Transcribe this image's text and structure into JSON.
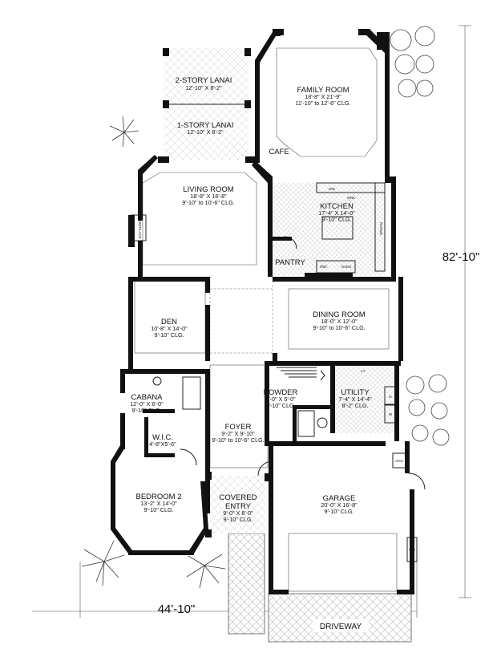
{
  "rooms": {
    "two_story_lanai": {
      "name": "2-STORY LANAI",
      "size": "12'-10\" X 8'-2\""
    },
    "one_story_lanai": {
      "name": "1-STORY LANAI",
      "size": "12'-10\" X 8'-2\""
    },
    "family_room": {
      "name": "FAMILY ROOM",
      "size": "18'-8\" X 21'-9\"",
      "ceiling": "11'-10\" to 12'-6\" CLG."
    },
    "cafe": {
      "name": "CAFE"
    },
    "living_room": {
      "name": "LIVING ROOM",
      "size": "18'-8\" X 16'-8\"",
      "ceiling": "9'-10\" to 10'-6\" CLG."
    },
    "kitchen": {
      "name": "KITCHEN",
      "size": "17'-4\" X 14'-0\"",
      "ceiling": "9'-10\" CLG."
    },
    "pantry": {
      "name": "PANTRY"
    },
    "den": {
      "name": "DEN",
      "size": "10'-8\" X 14'-0\"",
      "ceiling": "9'-10\" CLG."
    },
    "dining_room": {
      "name": "DINING ROOM",
      "size": "18'-0\" X 12'-0\"",
      "ceiling": "9'-10\" to 10'-6\" CLG."
    },
    "cabana": {
      "name": "CABANA",
      "size": "12'-0\" X 6'-0\"",
      "ceiling": "9'-10\" CLG."
    },
    "powder": {
      "name": "POWDER",
      "size": "5'-0\" X 5'-0\"",
      "ceiling": "9'-10\" CLG."
    },
    "utility": {
      "name": "UTILITY",
      "size": "7'-4\" X 14'-4\"",
      "ceiling": "8'-2\" CLG."
    },
    "foyer": {
      "name": "FOYER",
      "size": "9'-2\" X 9'-10\"",
      "ceiling": "9'-10\" to 10'-6\" CLG."
    },
    "wic": {
      "name": "W.I.C.",
      "size": "4'-8\"X5'-6\""
    },
    "bedroom_2": {
      "name": "BEDROOM 2",
      "size": "13'-2\" X 14'-0\"",
      "ceiling": "9'-10\" CLG."
    },
    "covered_entry": {
      "name": "COVERED",
      "name2": "ENTRY",
      "size": "9'-0\" X 8'-0\"",
      "ceiling": "9'-10\" CLG."
    },
    "garage": {
      "name": "GARAGE",
      "size": "20'-0\" X 16'-8\"",
      "ceiling": "9'-10\" CLG."
    }
  },
  "fixtures": {
    "fireplace": "FIREPLACE",
    "dw": "DW",
    "sink": "SINK",
    "range": "RANGE",
    "ref": "REF.",
    "oven": "OVEN",
    "lt": "LT",
    "d": "D",
    "w": "W",
    "ahu": "AHU",
    "wh": "WH"
  },
  "dimensions": {
    "depth": "82'-10\"",
    "width": "44'-10\""
  },
  "driveway_label": "DRIVEWAY"
}
